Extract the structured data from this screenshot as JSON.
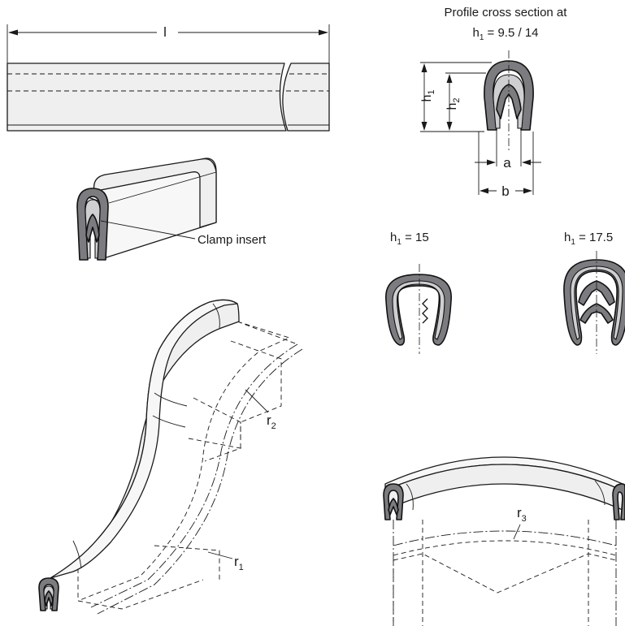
{
  "labels": {
    "length": "l",
    "cross_section_title_line1": "Profile cross section at",
    "cross_section_title_line2_prefix": "h",
    "cross_section_title_line2_sub": "1",
    "cross_section_title_line2_value": " = 9.5 / 14",
    "h1": "h",
    "h1_sub": "1",
    "h2": "h",
    "h2_sub": "2",
    "a": "a",
    "b": "b",
    "profile_15_prefix": "h",
    "profile_15_sub": "1",
    "profile_15_value": " = 15",
    "profile_175_prefix": "h",
    "profile_175_sub": "1",
    "profile_175_value": " = 17.5",
    "clamp_insert": "Clamp insert",
    "r1": "r",
    "r1_sub": "1",
    "r2": "r",
    "r2_sub": "2",
    "r3": "r",
    "r3_sub": "3"
  }
}
